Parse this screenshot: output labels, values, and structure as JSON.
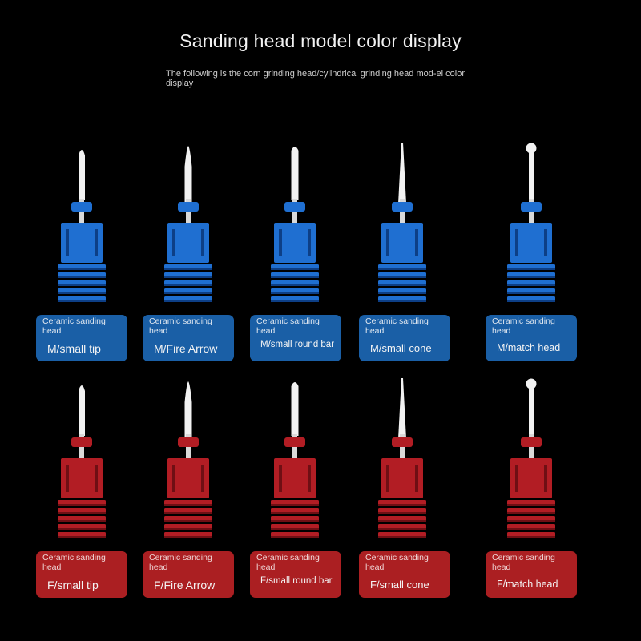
{
  "title": "Sanding head model color display",
  "subtitle": "The following is the corn grinding head/cylindrical grinding head mod-el color display",
  "colors": {
    "blue_holder": "#1f6fd1",
    "red_holder": "#b21d24",
    "blue_label": "#1a5fa6",
    "red_label": "#ab1f22",
    "bit_tip": "#f2f2f2"
  },
  "rows": [
    {
      "color": "blue",
      "items": [
        {
          "category": "Ceramic sanding head",
          "model": "M/small tip",
          "shape": "small-tip"
        },
        {
          "category": "Ceramic sanding head",
          "model": "M/Fire Arrow",
          "shape": "fire-arrow"
        },
        {
          "category": "Ceramic sanding head",
          "model": "M/small round bar",
          "shape": "round-bar"
        },
        {
          "category": "Ceramic sanding head",
          "model": "M/small cone",
          "shape": "cone"
        },
        {
          "category": "Ceramic sanding head",
          "model": "M/match head",
          "shape": "match-head"
        }
      ]
    },
    {
      "color": "red",
      "items": [
        {
          "category": "Ceramic sanding head",
          "model": "F/small tip",
          "shape": "small-tip"
        },
        {
          "category": "Ceramic sanding head",
          "model": "F/Fire Arrow",
          "shape": "fire-arrow"
        },
        {
          "category": "Ceramic sanding head",
          "model": "F/small round bar",
          "shape": "round-bar"
        },
        {
          "category": "Ceramic sanding head",
          "model": "F/small cone",
          "shape": "cone"
        },
        {
          "category": "Ceramic sanding head",
          "model": "F/match head",
          "shape": "match-head"
        }
      ]
    }
  ]
}
